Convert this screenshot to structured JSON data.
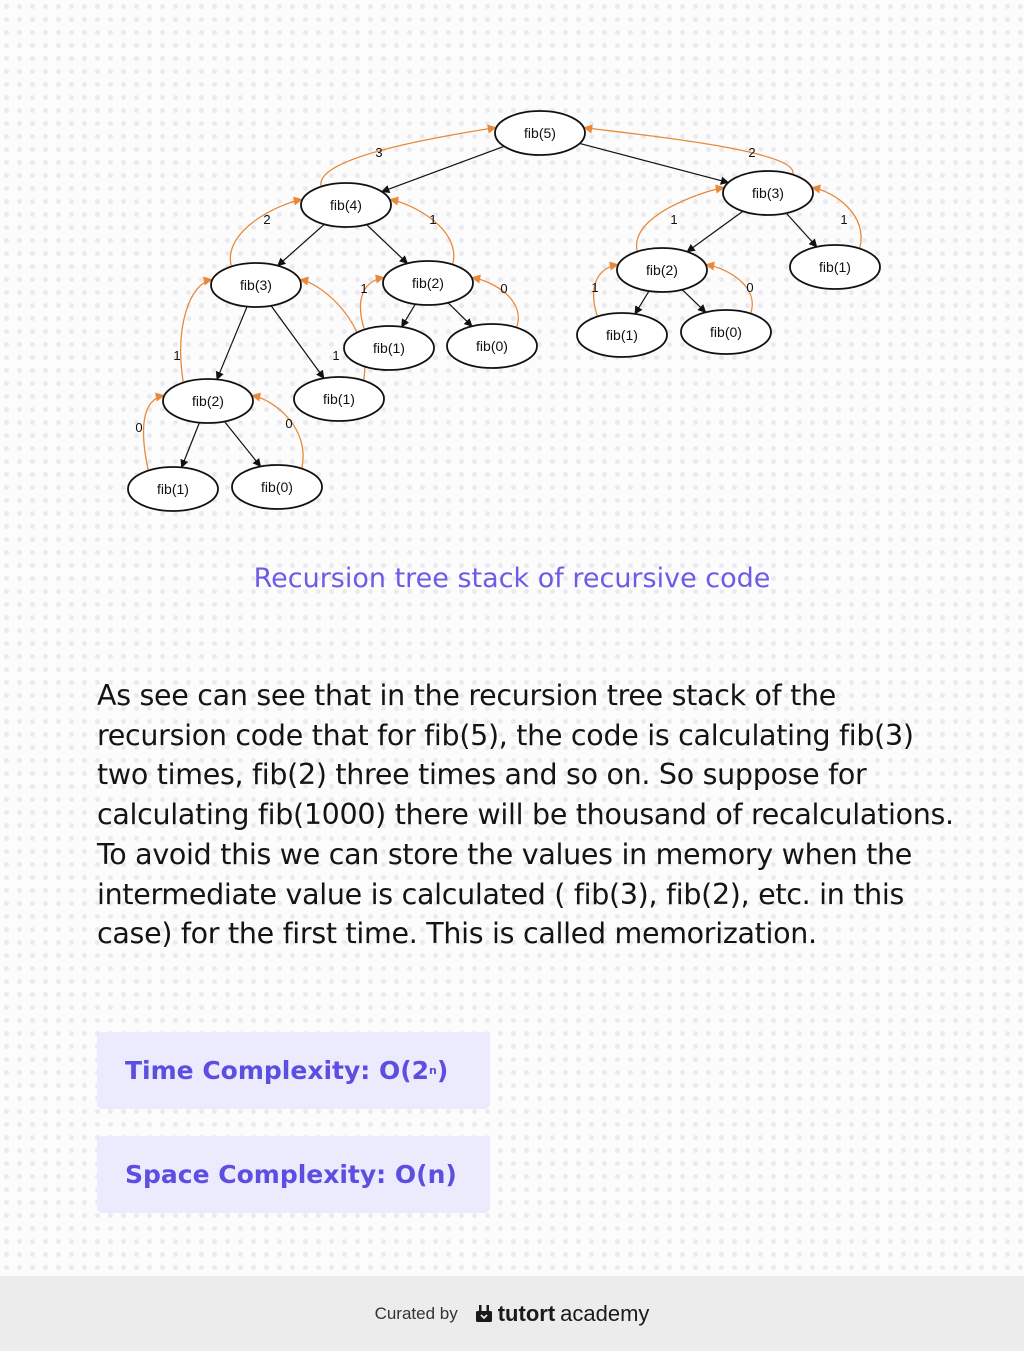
{
  "tree": {
    "nodes": [
      {
        "id": "n5",
        "label": "fib(5)"
      },
      {
        "id": "n4",
        "label": "fib(4)"
      },
      {
        "id": "n3a",
        "label": "fib(3)"
      },
      {
        "id": "n3b",
        "label": "fib(3)"
      },
      {
        "id": "n2a",
        "label": "fib(2)"
      },
      {
        "id": "n2b",
        "label": "fib(2)"
      },
      {
        "id": "n2c",
        "label": "fib(2)"
      },
      {
        "id": "n1a",
        "label": "fib(1)"
      },
      {
        "id": "n0a",
        "label": "fib(0)"
      },
      {
        "id": "n1b",
        "label": "fib(1)"
      },
      {
        "id": "n1c",
        "label": "fib(1)"
      },
      {
        "id": "n0b",
        "label": "fib(0)"
      },
      {
        "id": "n1d",
        "label": "fib(1)"
      },
      {
        "id": "n1e",
        "label": "fib(1)"
      },
      {
        "id": "n0c",
        "label": "fib(0)"
      }
    ],
    "return_values": [
      {
        "from": "n4",
        "to": "n5",
        "value": "3"
      },
      {
        "from": "n3b",
        "to": "n5",
        "value": "2"
      },
      {
        "from": "n3a",
        "to": "n4",
        "value": "2"
      },
      {
        "from": "n2b",
        "to": "n4",
        "value": "1"
      },
      {
        "from": "n2a",
        "to": "n3a",
        "value": "1"
      },
      {
        "from": "n1b",
        "to": "n3a",
        "value": "1"
      },
      {
        "from": "n1a",
        "to": "n2a",
        "value": "0"
      },
      {
        "from": "n0a",
        "to": "n2a",
        "value": "0"
      },
      {
        "from": "n1c",
        "to": "n2b",
        "value": "1"
      },
      {
        "from": "n0b",
        "to": "n2b",
        "value": "0"
      },
      {
        "from": "n2c",
        "to": "n3b",
        "value": "1"
      },
      {
        "from": "n1d",
        "to": "n3b",
        "value": "1"
      },
      {
        "from": "n1e",
        "to": "n2c",
        "value": "1"
      },
      {
        "from": "n0c",
        "to": "n2c",
        "value": "0"
      }
    ]
  },
  "caption": "Recursion tree stack of recursive code",
  "description": "As see can see that in the recursion tree stack of the recursion code that for fib(5), the code is calculating fib(3) two times, fib(2) three times and so on. So suppose for calculating fib(1000) there will be thousand of recalculations. To avoid this we can store the values in memory when the intermediate value is calculated ( fib(3), fib(2), etc. in this case) for the first time. This is called memorization.",
  "time_complexity": {
    "label": "Time Complexity: O(2",
    "sup": "n",
    "close": ")"
  },
  "space_complexity": {
    "label": "Space Complexity: O(n)"
  },
  "footer": {
    "curated": "Curated by",
    "brand_main": "tutort",
    "brand_sub": "academy"
  },
  "colors": {
    "accent": "#6b5ce7",
    "box_bg": "#ecebfd",
    "return_arrow": "#e8893a"
  }
}
